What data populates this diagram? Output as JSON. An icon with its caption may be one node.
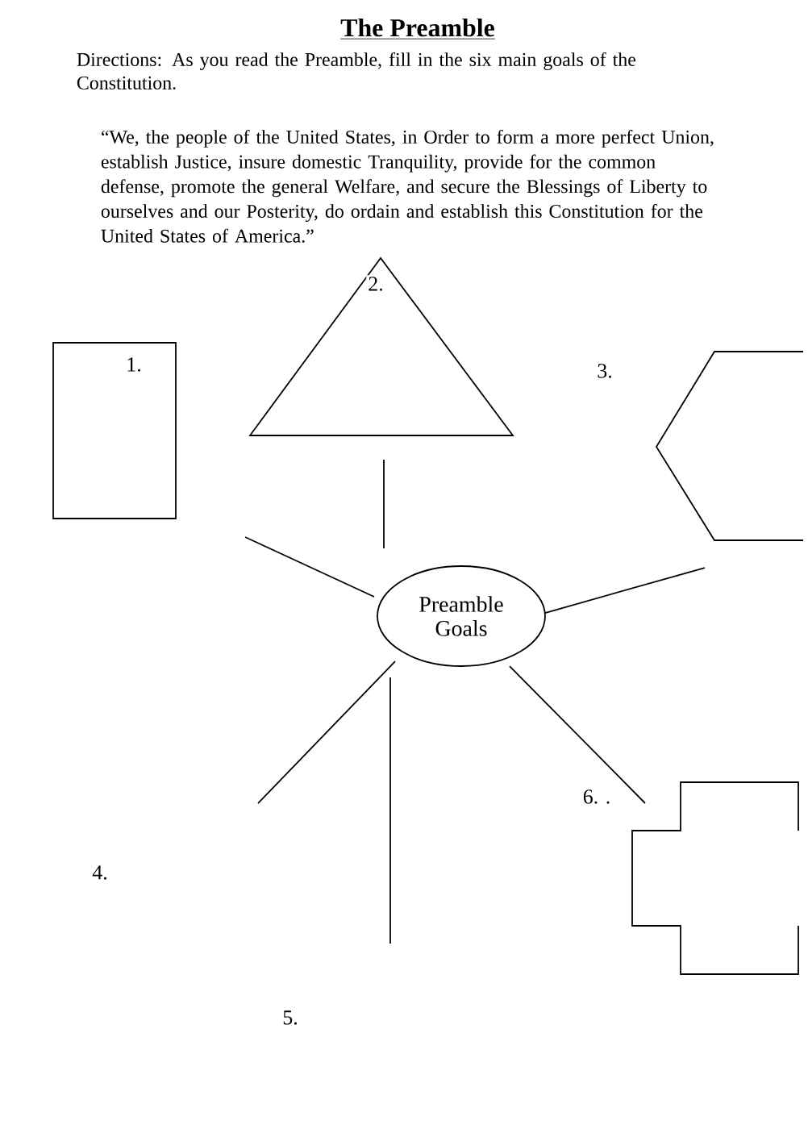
{
  "diagram": {
    "title": "The Preamble",
    "nodes": [
      {
        "text": [
          "1."
        ]
      },
      {
        "text": [
          "2."
        ]
      },
      {
        "text": [
          "3."
        ]
      },
      {
        "text": [
          "Preamble Goals"
        ]
      },
      {
        "text": [
          "6. ."
        ]
      }
    ],
    "edges": [
      {
        "from": 3,
        "to": 0,
        "arrow": "none"
      },
      {
        "from": 3,
        "to": 1,
        "arrow": "none"
      },
      {
        "from": 3,
        "to": 2,
        "arrow": "none"
      },
      {
        "from": 3,
        "to": null,
        "arrow": "none"
      },
      {
        "from": 3,
        "to": null,
        "arrow": "none"
      },
      {
        "from": 3,
        "to": 4,
        "arrow": "none"
      }
    ],
    "labels": [
      "Directions: As you read the Preamble, fill in the six main goals of the Constitution.",
      "“We, the people of the United States, in Order to form a more perfect Union, establish Justice, insure domestic Tranquility, provide for the common defense, promote the general Welfare, and secure the Blessings of Liberty to ourselves and our Posterity, do ordain and establish this Constitution for the United States of America.”",
      "4.",
      "5."
    ]
  }
}
